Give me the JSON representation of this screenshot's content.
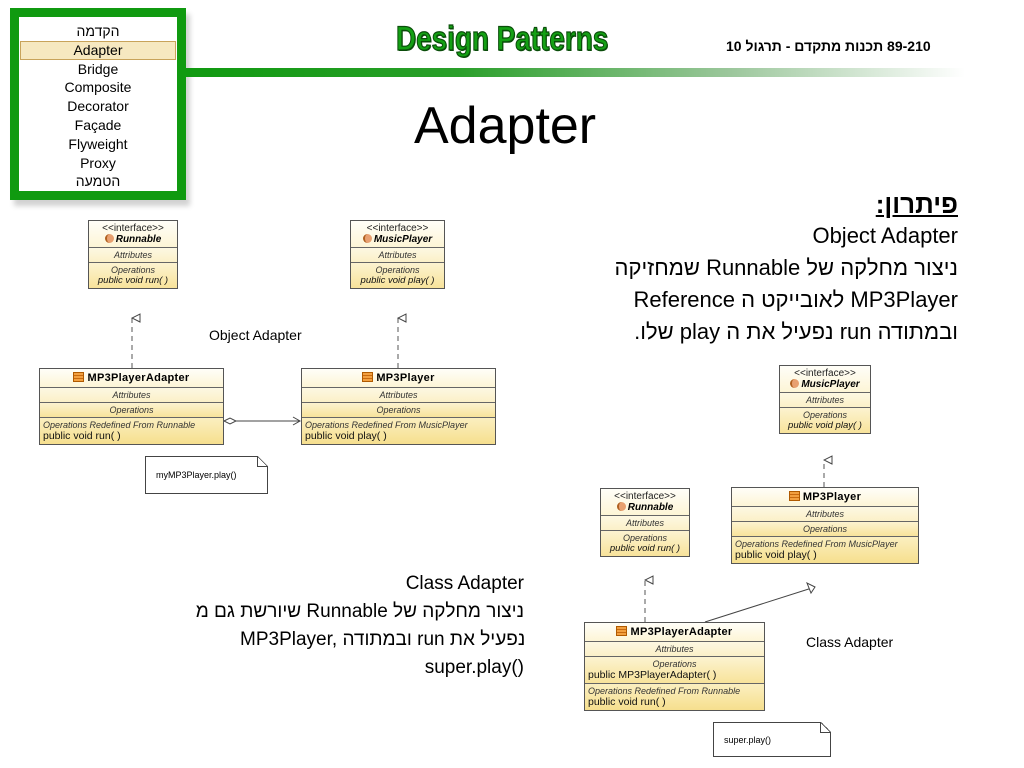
{
  "nav": {
    "items": [
      {
        "label": "הקדמה",
        "active": false
      },
      {
        "label": "Adapter",
        "active": true
      },
      {
        "label": "Bridge",
        "active": false
      },
      {
        "label": "Composite",
        "active": false
      },
      {
        "label": "Decorator",
        "active": false
      },
      {
        "label": "Façade",
        "active": false
      },
      {
        "label": "Flyweight",
        "active": false
      },
      {
        "label": "Proxy",
        "active": false
      },
      {
        "label": "הטמעה",
        "active": false
      }
    ]
  },
  "header": {
    "brand": "Design Patterns",
    "course": "89-210 תכנות מתקדם - תרגול 10",
    "accent_color": "#109a10"
  },
  "slide": {
    "title": "Adapter"
  },
  "solution": {
    "heading": "פיתרון:",
    "lines": [
      "Object Adapter",
      "ניצור מחלקה של Runnable שמחזיקה",
      "Reference לאובייקט ה MP3Player",
      "ובמתודה run נפעיל את ה play  שלו."
    ]
  },
  "class_adapter_text": {
    "lines": [
      "Class Adapter",
      "ניצור מחלקה של Runnable שיורשת גם מ",
      "MP3Player, ובמתודה run נפעיל את",
      "super.play()"
    ]
  },
  "object_adapter_diagram": {
    "caption": "Object Adapter",
    "runnable": {
      "stereotype": "<<interface>>",
      "name": "Runnable",
      "attributes": "Attributes",
      "operations": "Operations",
      "op": "public void  run( )"
    },
    "music_player": {
      "stereotype": "<<interface>>",
      "name": "MusicPlayer",
      "attributes": "Attributes",
      "operations": "Operations",
      "op": "public void  play( )"
    },
    "adapter": {
      "name": "MP3PlayerAdapter",
      "attributes": "Attributes",
      "operations": "Operations",
      "redefined": "Operations Redefined From Runnable",
      "op": "public void  run( )"
    },
    "mp3player": {
      "name": "MP3Player",
      "attributes": "Attributes",
      "operations": "Operations",
      "redefined": "Operations Redefined From MusicPlayer",
      "op": "public void  play( )"
    },
    "note": "myMP3Player.play()"
  },
  "class_adapter_diagram": {
    "caption": "Class Adapter",
    "music_player": {
      "stereotype": "<<interface>>",
      "name": "MusicPlayer",
      "attributes": "Attributes",
      "operations": "Operations",
      "op": "public void  play( )"
    },
    "runnable": {
      "stereotype": "<<interface>>",
      "name": "Runnable",
      "attributes": "Attributes",
      "operations": "Operations",
      "op": "public void  run( )"
    },
    "mp3player": {
      "name": "MP3Player",
      "attributes": "Attributes",
      "operations": "Operations",
      "redefined": "Operations Redefined From MusicPlayer",
      "op": "public void  play( )"
    },
    "adapter": {
      "name": "MP3PlayerAdapter",
      "attributes": "Attributes",
      "operations": "Operations",
      "ctor": "public MP3PlayerAdapter( )",
      "redefined": "Operations Redefined From Runnable",
      "op": "public void  run( )"
    },
    "note": "super.play()"
  }
}
